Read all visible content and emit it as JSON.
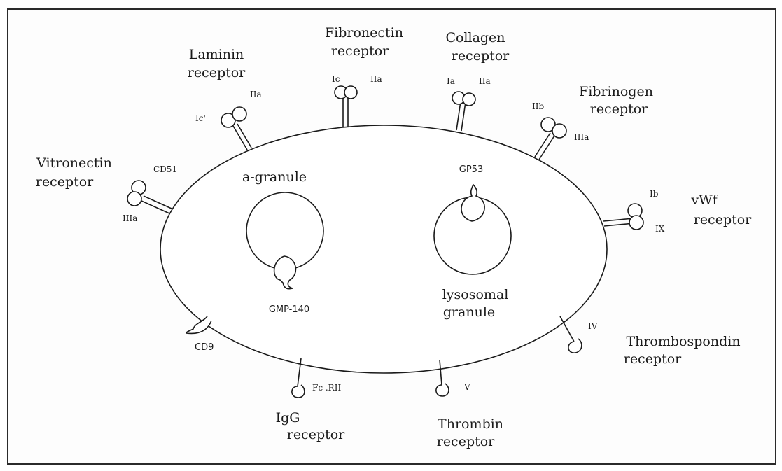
{
  "receptors": {
    "fibronectin": {
      "line1": "Fibronectin",
      "line2": "receptor",
      "sub1": "Ic",
      "sub2": "IIa"
    },
    "collagen": {
      "line1": "Collagen",
      "line2": "receptor",
      "sub1": "Ia",
      "sub2": "IIa"
    },
    "laminin": {
      "line1": "Laminin",
      "line2": "receptor",
      "sub1": "Ic'",
      "sub2": "IIa"
    },
    "fibrinogen": {
      "line1": "Fibrinogen",
      "line2": "receptor",
      "sub1": "IIb",
      "sub2": "IIIa"
    },
    "vitronectin": {
      "line1": "Vitronectin",
      "line2": "receptor",
      "sub1": "CD51",
      "sub2": "IIIa"
    },
    "vwf": {
      "line1": "vWf",
      "line2": "receptor",
      "sub1": "Ib",
      "sub2": "IX"
    },
    "thrombospondin": {
      "line1": "Thrombospondin",
      "line2": "receptor",
      "sub1": "IV"
    },
    "igg": {
      "line1": "IgG",
      "line2": "receptor",
      "sub1": "Fc .RII"
    },
    "thrombin": {
      "line1": "Thrombin",
      "line2": "receptor",
      "sub1": "V"
    },
    "cd9": {
      "label": "CD9"
    }
  },
  "granules": {
    "alpha": {
      "title": "a-granule",
      "marker": "GMP-140"
    },
    "lysosomal": {
      "marker": "GP53",
      "title1": "lysosomal",
      "title2": "granule"
    }
  }
}
